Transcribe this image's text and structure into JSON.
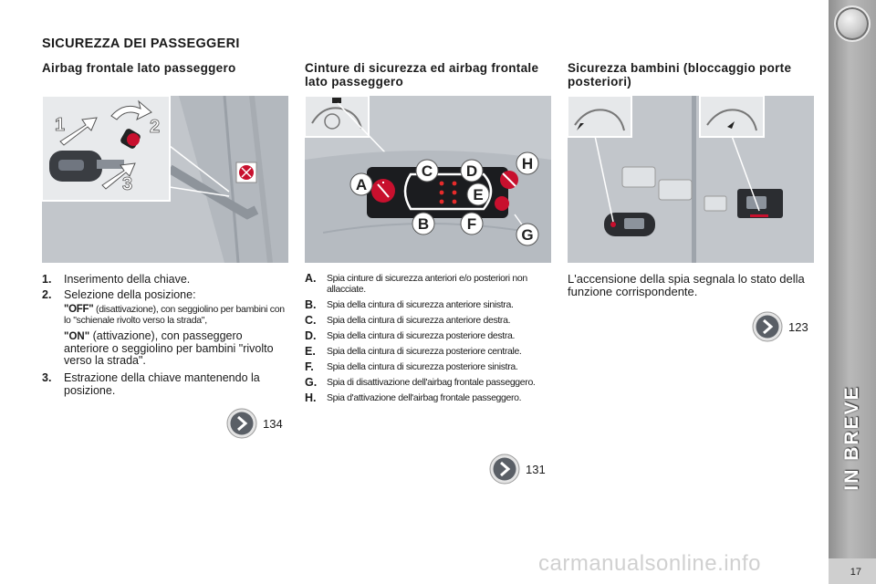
{
  "section_title": "SICUREZZA DEI PASSEGGERI",
  "columns": {
    "airbag": {
      "title": "Airbag frontale lato passeggero",
      "callouts": [
        "1",
        "2",
        "3"
      ],
      "steps": [
        {
          "num": "1.",
          "text": "Inserimento della chiave."
        },
        {
          "num": "2.",
          "text": "Selezione della posizione:"
        },
        {
          "num": "3.",
          "text": "Estrazione della chiave mantenendo la posizione."
        }
      ],
      "off_label": "\"OFF\"",
      "off_text": " (disattivazione), con seggiolino per bambini con lo \"schienale rivolto verso la strada\",",
      "on_label": "\"ON\"",
      "on_text": " (attivazione), con passeggero anteriore o seggiolino per bambini \"rivolto verso la strada\".",
      "ref": "134"
    },
    "belts": {
      "title": "Cinture di sicurezza ed airbag frontale lato passeggero",
      "callouts": [
        "A",
        "B",
        "C",
        "D",
        "E",
        "F",
        "G",
        "H"
      ],
      "legend": [
        {
          "key": "A.",
          "text": "Spia cinture di sicurezza anteriori e/o posteriori non allacciate."
        },
        {
          "key": "B.",
          "text": "Spia della cintura di sicurezza anteriore sinistra."
        },
        {
          "key": "C.",
          "text": "Spia della cintura di sicurezza anteriore destra."
        },
        {
          "key": "D.",
          "text": "Spia della cintura di sicurezza posteriore destra."
        },
        {
          "key": "E.",
          "text": "Spia della cintura di sicurezza posteriore centrale."
        },
        {
          "key": "F.",
          "text": "Spia della cintura di sicurezza posteriore sinistra."
        },
        {
          "key": "G.",
          "text": "Spia di disattivazione dell'airbag frontale passeggero."
        },
        {
          "key": "H.",
          "text": "Spia d'attivazione dell'airbag frontale passeggero."
        }
      ],
      "ref": "131"
    },
    "child": {
      "title": "Sicurezza bambini (bloccaggio porte posteriori)",
      "text": "L'accensione della spia segnala lo stato della funzione corrispondente.",
      "ref": "123"
    }
  },
  "sidebar_label": "IN BREVE",
  "page_number": "17",
  "watermark": "carmanualsonline.info",
  "colors": {
    "panel": "#c5c9ce",
    "sidebar": "#a3a3a3",
    "callout": "#ffffff",
    "warning_red": "#c8102e"
  }
}
